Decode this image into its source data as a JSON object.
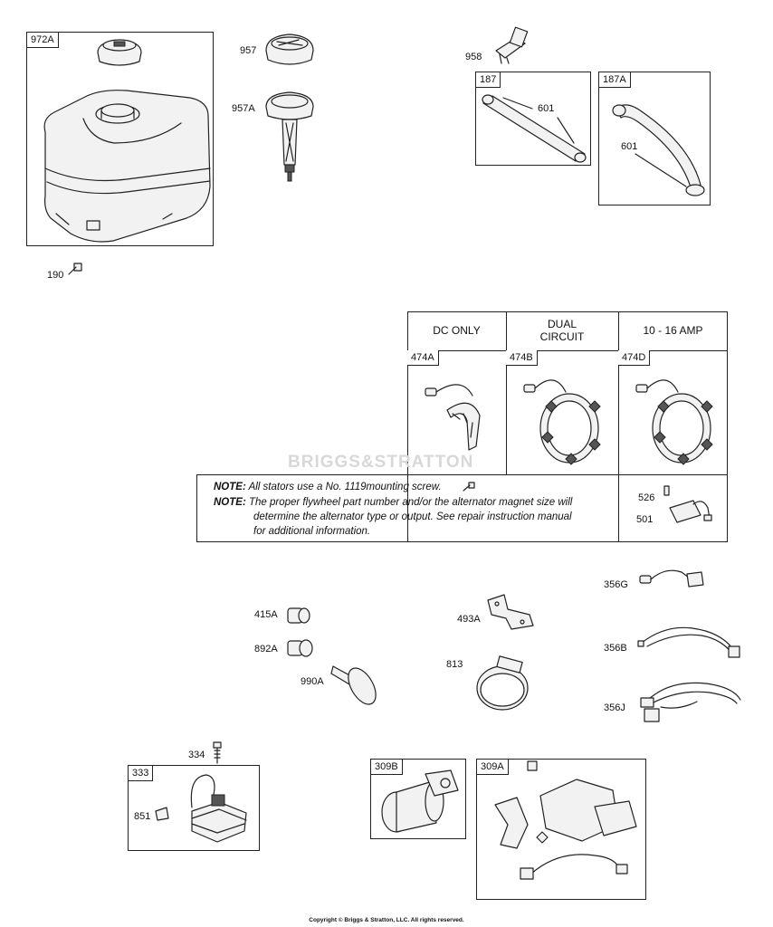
{
  "parts": {
    "p972A": "972A",
    "p957": "957",
    "p957A": "957A",
    "p958": "958",
    "p187": "187",
    "p187A": "187A",
    "p601a": "601",
    "p601b": "601",
    "p190": "190",
    "p474A": "474A",
    "p474B": "474B",
    "p474D": "474D",
    "p526": "526",
    "p501": "501",
    "p356G": "356G",
    "p356B": "356B",
    "p356J": "356J",
    "p415A": "415A",
    "p892A": "892A",
    "p990A": "990A",
    "p493A": "493A",
    "p813": "813",
    "p334": "334",
    "p333": "333",
    "p851": "851",
    "p309B": "309B",
    "p309A": "309A"
  },
  "stator_table": {
    "headers": [
      "DC ONLY",
      "DUAL\nCIRCUIT",
      "10 - 16 AMP"
    ],
    "note1_label": "NOTE:",
    "note1_text": "All stators use a No. 1119mounting screw.",
    "note2_label": "NOTE:",
    "note2_line1": "The proper flywheel part number and/or the alternator magnet size will",
    "note2_line2": "determine the alternator type or output. See repair instruction manual",
    "note2_line3": "for additional information."
  },
  "watermark": "BRIGGS&STRATTON",
  "copyright": "Copyright © Briggs & Stratton, LLC. All rights reserved."
}
